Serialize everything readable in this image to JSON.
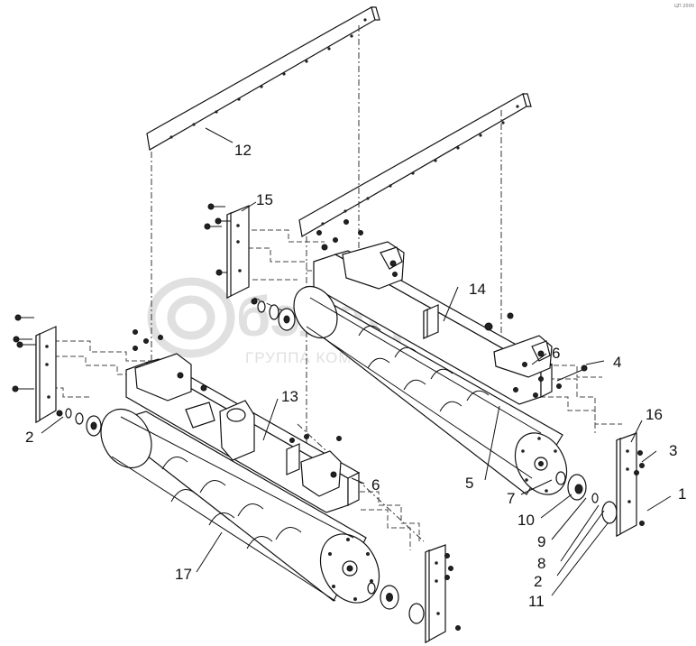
{
  "watermark": {
    "brand": "бэлагро",
    "subtitle": "ГРУППА КОМПАНИЙ"
  },
  "corner_mark": "ЦП 2000",
  "callouts": [
    {
      "id": "c12",
      "text": "12"
    },
    {
      "id": "c15",
      "text": "15"
    },
    {
      "id": "c14",
      "text": "14"
    },
    {
      "id": "c6a",
      "text": "6"
    },
    {
      "id": "c4",
      "text": "4"
    },
    {
      "id": "c13",
      "text": "13"
    },
    {
      "id": "c2a",
      "text": "2"
    },
    {
      "id": "c16",
      "text": "16"
    },
    {
      "id": "c3",
      "text": "3"
    },
    {
      "id": "c1",
      "text": "1"
    },
    {
      "id": "c6b",
      "text": "6"
    },
    {
      "id": "c5",
      "text": "5"
    },
    {
      "id": "c7",
      "text": "7"
    },
    {
      "id": "c10",
      "text": "10"
    },
    {
      "id": "c9",
      "text": "9"
    },
    {
      "id": "c8",
      "text": "8"
    },
    {
      "id": "c2b",
      "text": "2"
    },
    {
      "id": "c11",
      "text": "11"
    },
    {
      "id": "c17",
      "text": "17"
    }
  ]
}
